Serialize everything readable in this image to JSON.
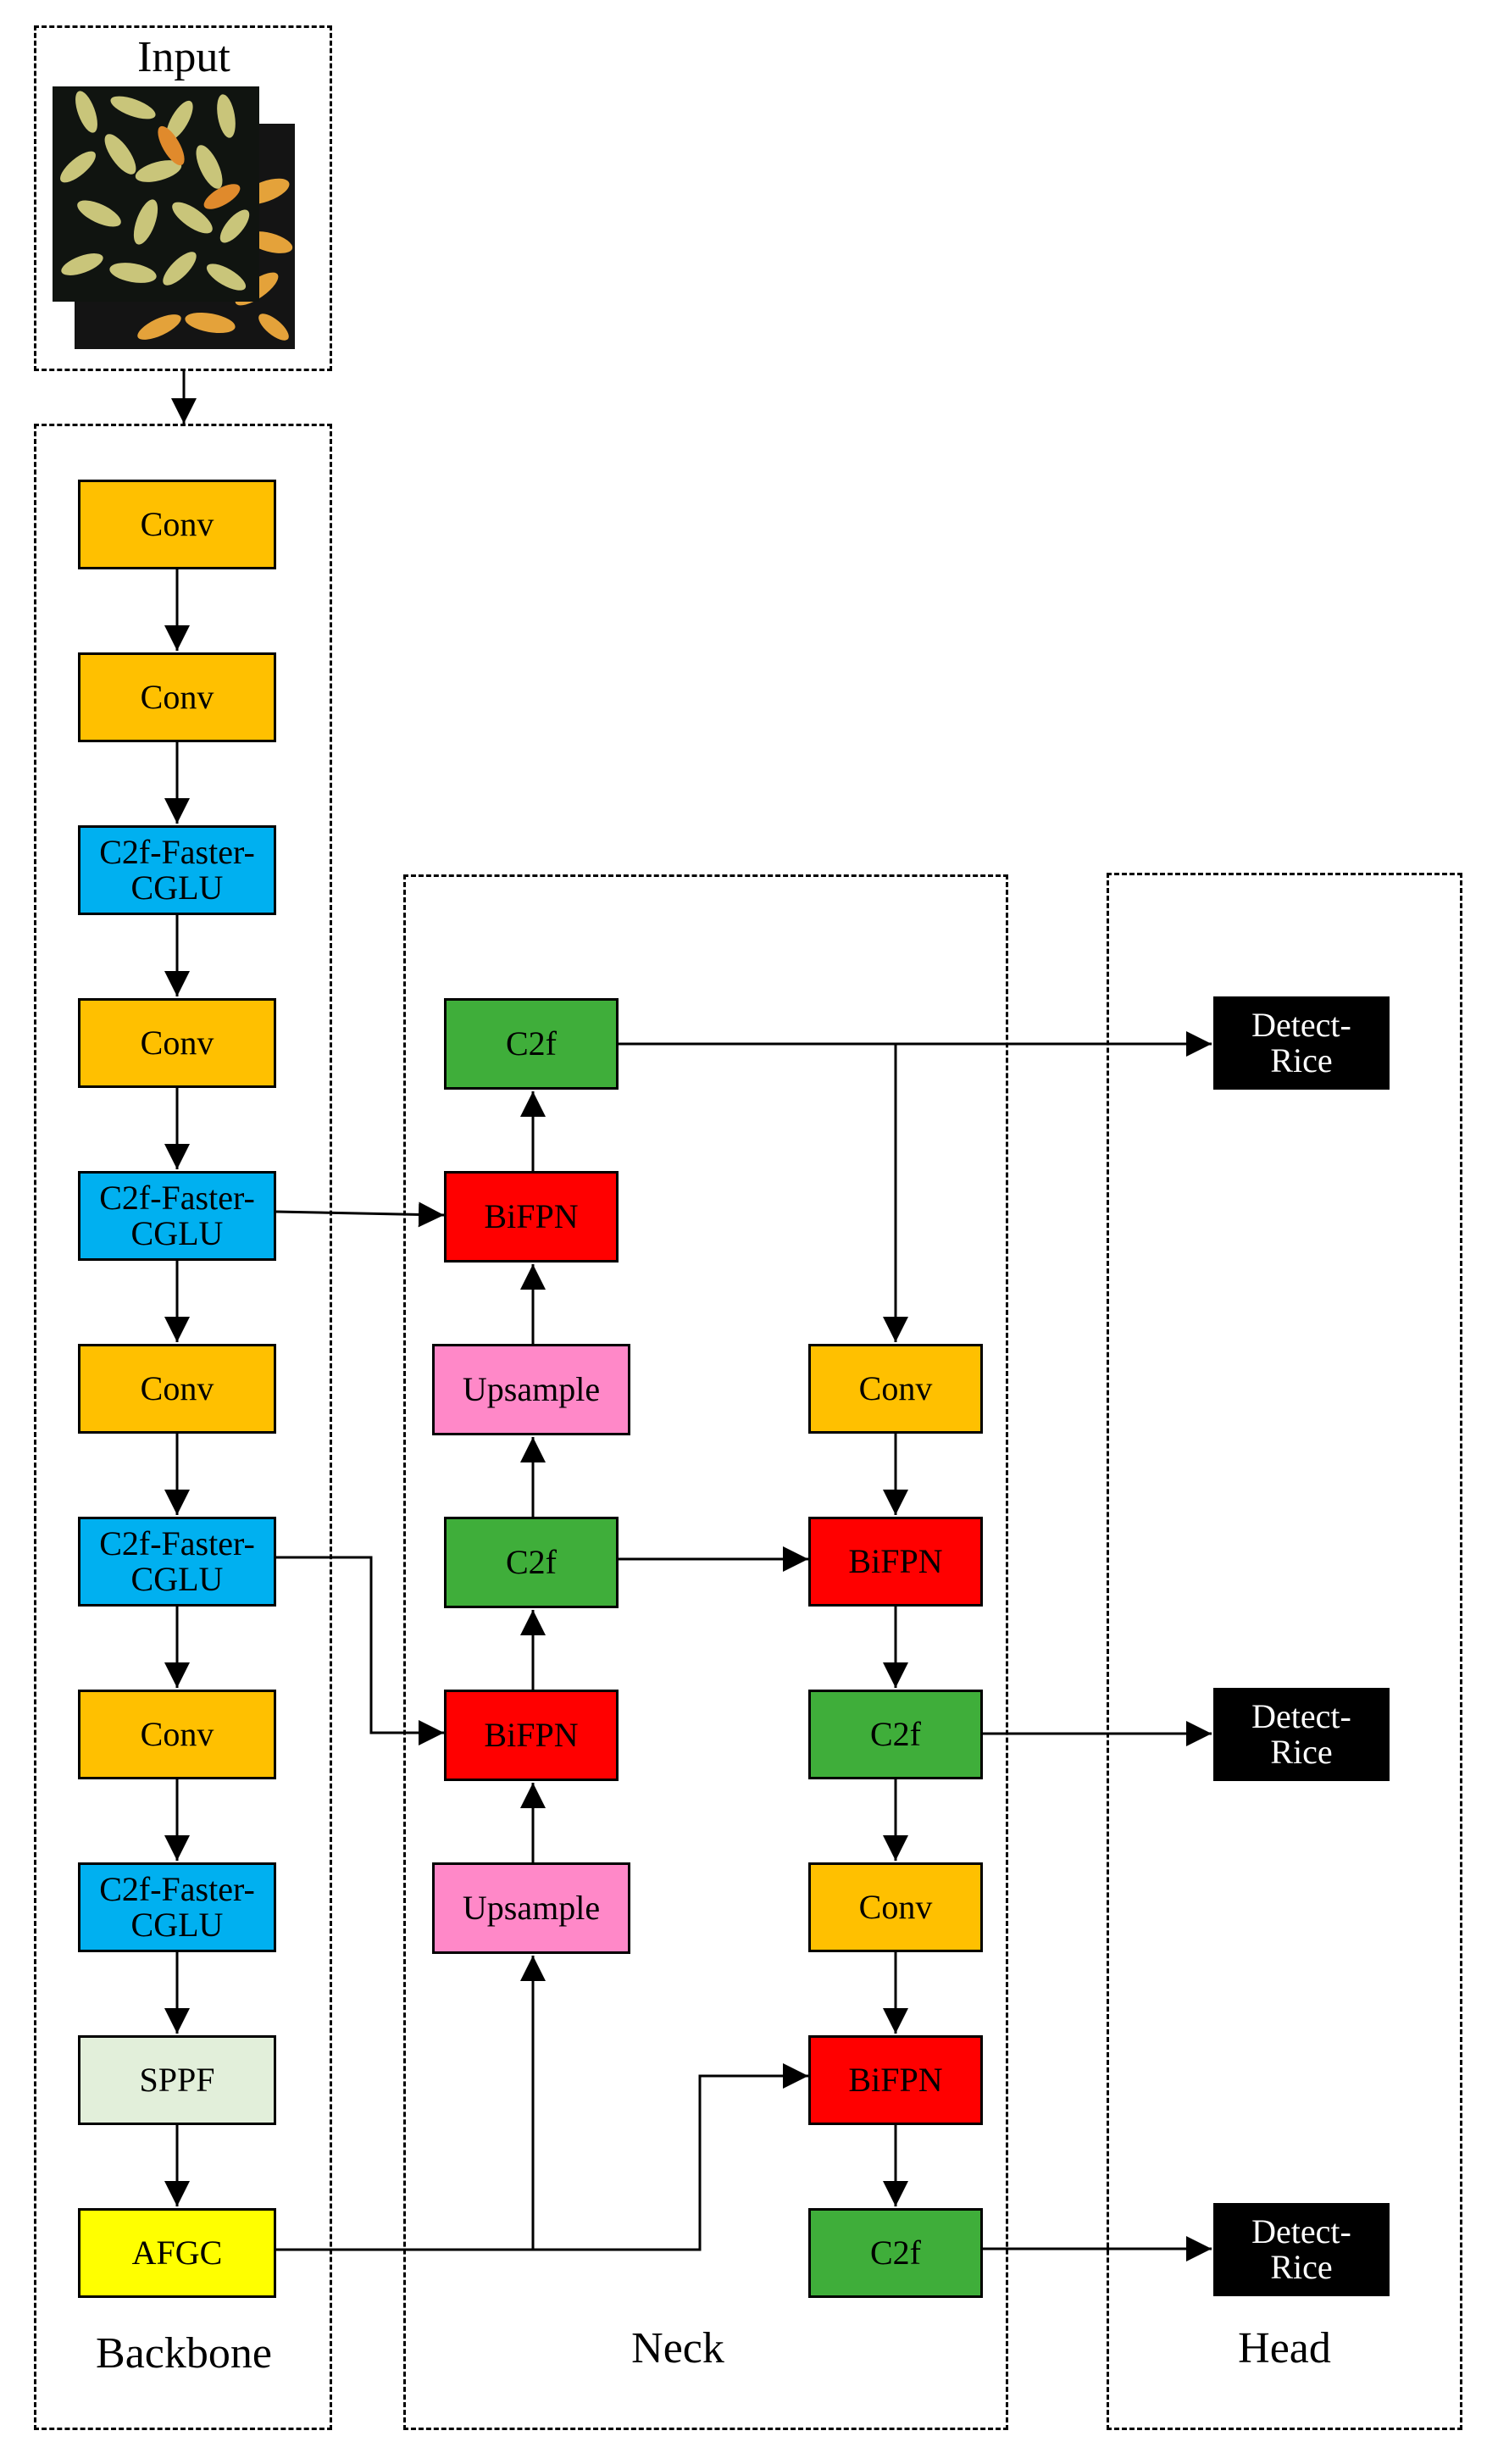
{
  "groups": {
    "input": "Input",
    "backbone": "Backbone",
    "neck": "Neck",
    "head": "Head"
  },
  "colors": {
    "conv": "#FFC000",
    "c2f_faster_cglu": "#00B0F0",
    "sppf": "#E2EFDA",
    "afgc": "#FFFF00",
    "c2f": "#3FAE3A",
    "bifpn": "#FF0000",
    "upsample": "#FF88C8",
    "detect": "#000000"
  },
  "backbone": {
    "conv_1": "Conv",
    "conv_2": "Conv",
    "c2f_faster_1": [
      "C2f-Faster-",
      "CGLU"
    ],
    "conv_3": "Conv",
    "c2f_faster_2": [
      "C2f-Faster-",
      "CGLU"
    ],
    "conv_4": "Conv",
    "c2f_faster_3": [
      "C2f-Faster-",
      "CGLU"
    ],
    "conv_5": "Conv",
    "c2f_faster_4": [
      "C2f-Faster-",
      "CGLU"
    ],
    "sppf": "SPPF",
    "afgc": "AFGC"
  },
  "neck": {
    "c2f_top": "C2f",
    "bifpn_1": "BiFPN",
    "upsample_1": "Upsample",
    "c2f_mid": "C2f",
    "bifpn_2": "BiFPN",
    "upsample_2": "Upsample",
    "conv_right_1": "Conv",
    "bifpn_right_1": "BiFPN",
    "c2f_right_1": "C2f",
    "conv_right_2": "Conv",
    "bifpn_right_2": "BiFPN",
    "c2f_right_2": "C2f"
  },
  "head": {
    "detect_1": [
      "Detect-",
      "Rice"
    ],
    "detect_2": [
      "Detect-",
      "Rice"
    ],
    "detect_3": [
      "Detect-",
      "Rice"
    ]
  }
}
